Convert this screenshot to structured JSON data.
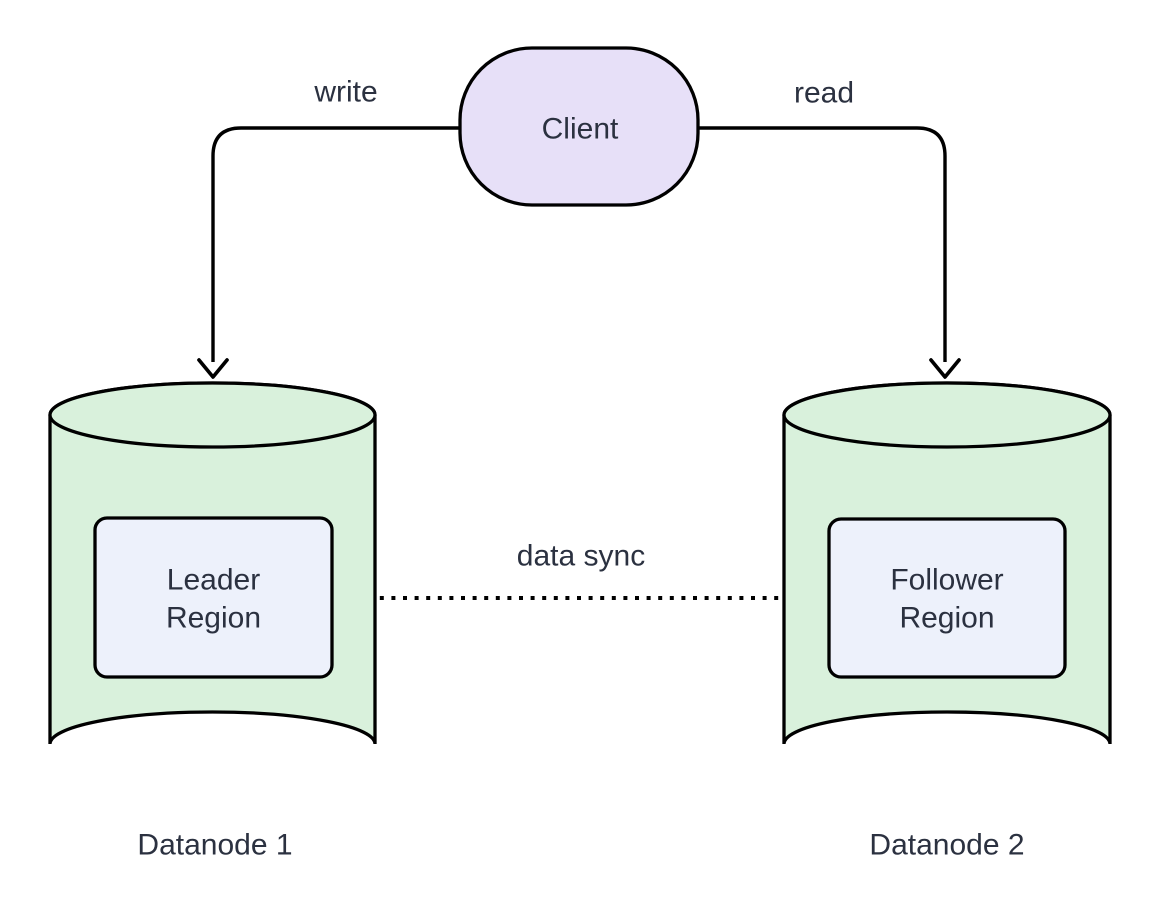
{
  "colors": {
    "background": "#ffffff",
    "client_fill": "#e7e0f8",
    "cylinder_fill": "#d9f1dc",
    "region_fill": "#edf1fb",
    "stroke": "#000000",
    "text": "#2b3140"
  },
  "nodes": {
    "client": {
      "label": "Client"
    },
    "leader_region": {
      "line1": "Leader",
      "line2": "Region"
    },
    "follower_region": {
      "line1": "Follower",
      "line2": "Region"
    },
    "datanode1": {
      "caption": "Datanode 1"
    },
    "datanode2": {
      "caption": "Datanode 2"
    }
  },
  "edges": {
    "write": {
      "label": "write",
      "style": "solid",
      "from": "Client",
      "to": "Datanode 1"
    },
    "read": {
      "label": "read",
      "style": "solid",
      "from": "Client",
      "to": "Datanode 2"
    },
    "data_sync": {
      "label": "data sync",
      "style": "dotted",
      "from": "Leader Region",
      "to": "Follower Region"
    }
  }
}
